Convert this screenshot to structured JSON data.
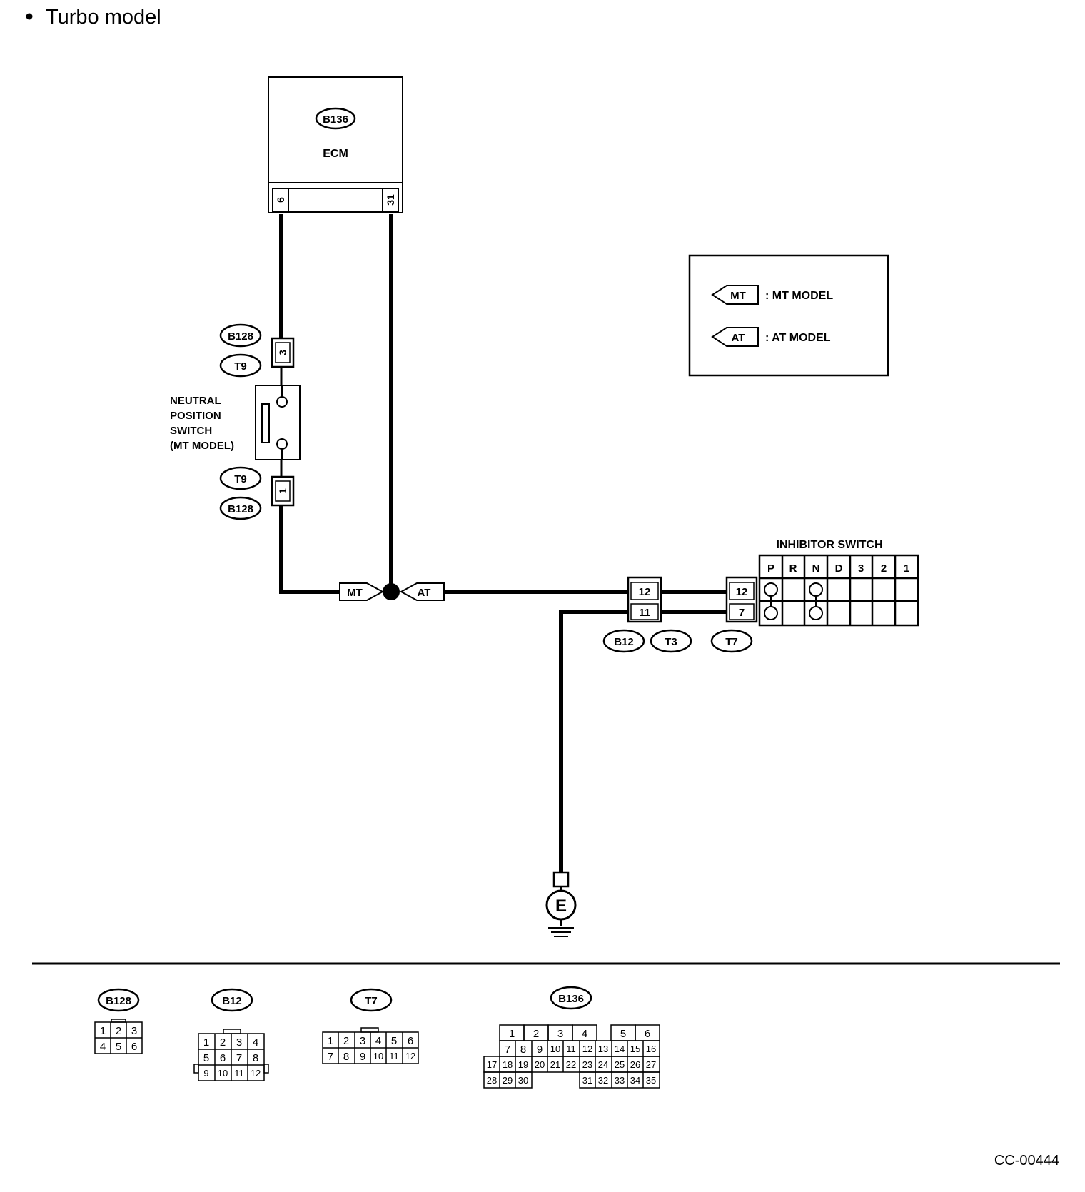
{
  "heading": "Turbo model",
  "ecm": {
    "label": "ECM",
    "connector": "B136",
    "pin_left": "6",
    "pin_right": "31"
  },
  "neutral_switch": {
    "label_lines": [
      "NEUTRAL",
      "POSITION",
      "SWITCH",
      "(MT MODEL)"
    ],
    "top_connectors": [
      "B128",
      "T9"
    ],
    "top_pin": "3",
    "bottom_connectors": [
      "T9",
      "B128"
    ],
    "bottom_pin": "1"
  },
  "junction": {
    "mt_arrow": "MT",
    "at_arrow": "AT"
  },
  "legend": {
    "items": [
      {
        "arrow": "MT",
        "text": ": MT MODEL"
      },
      {
        "arrow": "AT",
        "text": ": AT MODEL"
      }
    ]
  },
  "middle_connector": {
    "pins": [
      "12",
      "11"
    ],
    "labels": [
      "B12",
      "T3"
    ]
  },
  "inhibitor_switch": {
    "title": "INHIBITOR SWITCH",
    "pins": [
      "12",
      "7"
    ],
    "connector": "T7",
    "positions": [
      "P",
      "R",
      "N",
      "D",
      "3",
      "2",
      "1"
    ]
  },
  "ground": {
    "label": "E"
  },
  "connector_views": [
    {
      "label": "B128",
      "rows": [
        [
          "1",
          "2",
          "3"
        ],
        [
          "4",
          "5",
          "6"
        ]
      ]
    },
    {
      "label": "B12",
      "rows": [
        [
          "1",
          "2",
          "3",
          "4"
        ],
        [
          "5",
          "6",
          "7",
          "8"
        ],
        [
          "9",
          "10",
          "11",
          "12"
        ]
      ]
    },
    {
      "label": "T7",
      "rows": [
        [
          "1",
          "2",
          "3",
          "4",
          "5",
          "6"
        ],
        [
          "7",
          "8",
          "9",
          "10",
          "11",
          "12"
        ]
      ]
    },
    {
      "label": "B136",
      "rows": [
        [
          "1",
          "2",
          "3",
          "4",
          "",
          "5",
          "6"
        ],
        [
          "7",
          "8",
          "9",
          "10",
          "11",
          "12",
          "13",
          "14",
          "15",
          "16"
        ],
        [
          "17",
          "18",
          "19",
          "20",
          "21",
          "22",
          "23",
          "24",
          "25",
          "26",
          "27"
        ],
        [
          "28",
          "29",
          "30",
          "31",
          "32",
          "33",
          "34",
          "35"
        ]
      ]
    }
  ],
  "figure_code": "CC-00444"
}
